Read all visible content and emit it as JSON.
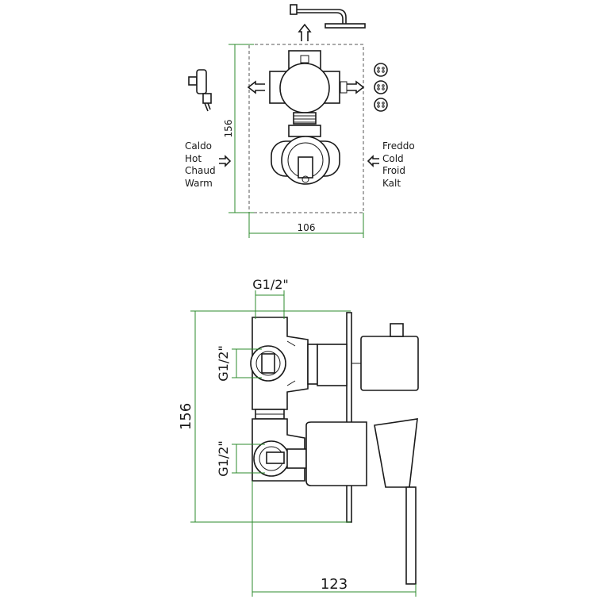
{
  "top_view": {
    "hot_labels": [
      "Caldo",
      "Hot",
      "Chaud",
      "Warm"
    ],
    "cold_labels": [
      "Freddo",
      "Cold",
      "Froid",
      "Kalt"
    ],
    "dim_height": "156",
    "dim_width": "106"
  },
  "side_view": {
    "dim_top_thread": "G1/2\"",
    "dim_upper_thread": "G1/2\"",
    "dim_lower_thread": "G1/2\"",
    "dim_height": "156",
    "dim_depth": "123"
  }
}
